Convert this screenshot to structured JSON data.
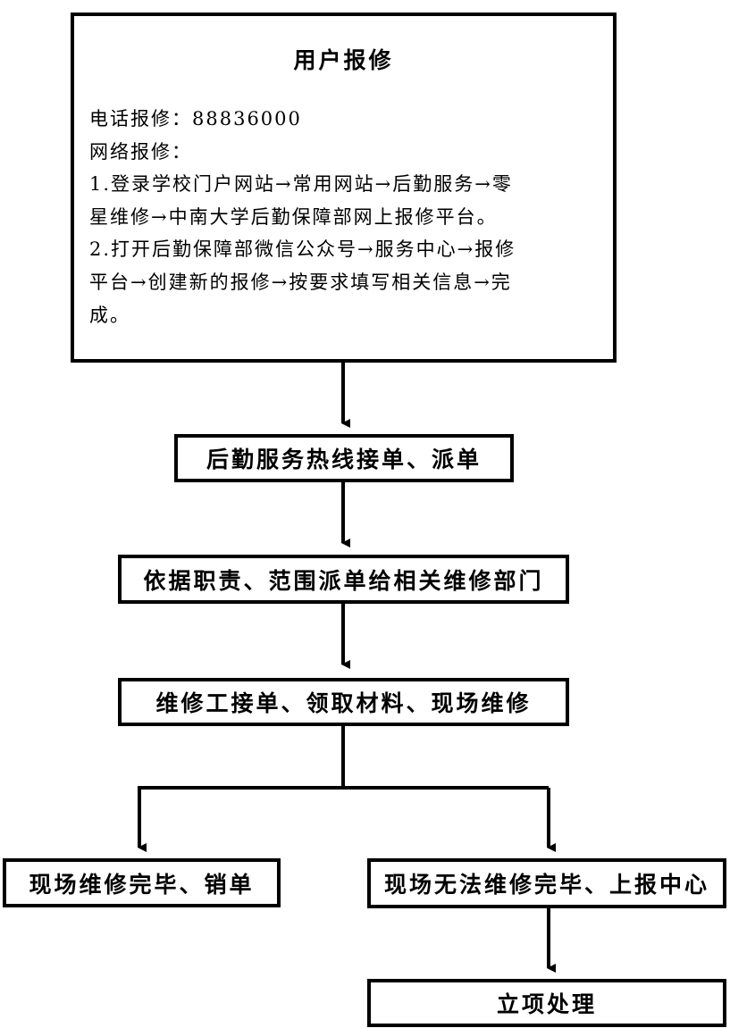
{
  "user_report": {
    "title": "用户报修",
    "phone_line": "电话报修：88836000",
    "online_heading": "网络报修：",
    "step1_line1": "1.登录学校门户网站→常用网站→后勤服务→零",
    "step1_line2": "星维修→中南大学后勤保障部网上报修平台。",
    "step2_line1": "2.打开后勤保障部微信公众号→服务中心→报修",
    "step2_line2": "平台→创建新的报修→按要求填写相关信息→完",
    "step2_line3": "成。"
  },
  "steps": {
    "hotline": "后勤服务热线接单、派单",
    "dispatch": "依据职责、范围派单给相关维修部门",
    "repair": "维修工接单、领取材料、现场维修",
    "done": "现场维修完毕、销单",
    "unable": "现场无法维修完毕、上报中心",
    "project": "立项处理"
  }
}
